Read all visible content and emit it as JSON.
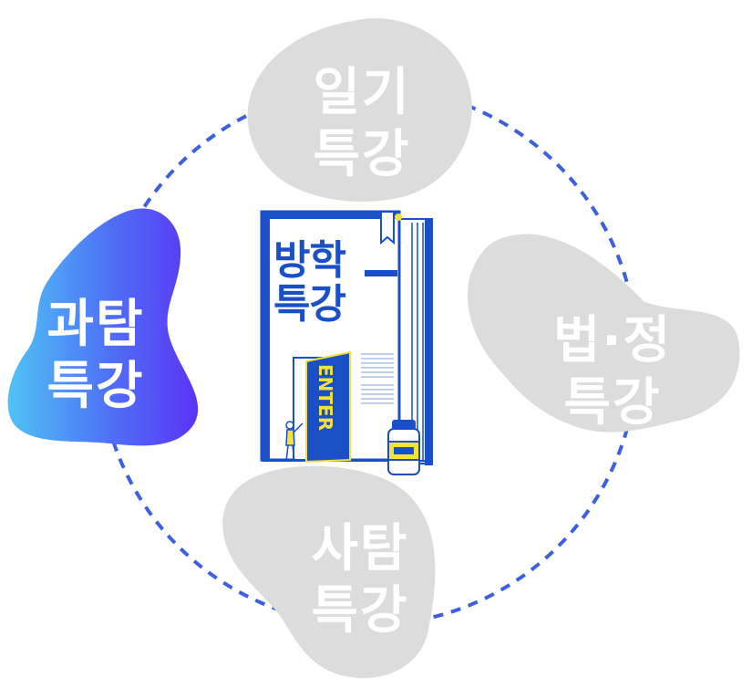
{
  "center": {
    "book_title_line1": "방학",
    "book_title_line2": "특강",
    "door_label": "ENTER"
  },
  "nodes": [
    {
      "id": "ilgi",
      "line1": "일기",
      "line2": "특강",
      "active": false
    },
    {
      "id": "beopjeong",
      "line1": "법·정",
      "line2": "특강",
      "active": false
    },
    {
      "id": "satam",
      "line1": "사탐",
      "line2": "특강",
      "active": false
    },
    {
      "id": "gwatam",
      "line1": "과탐",
      "line2": "특강",
      "active": true
    }
  ],
  "colors": {
    "ring": "#3e5fe0",
    "inactive_blob": "#dcdcdc",
    "active_gradient_start": "#4fc3f7",
    "active_gradient_end": "#5b34f5",
    "book_blue": "#1a4fc8",
    "accent_yellow": "#f2e23a",
    "label_text": "#ffffff"
  },
  "icons": [
    "book-illustration-icon",
    "open-door-icon",
    "person-pointing-icon",
    "jar-icon",
    "bookmark-ribbon-icon"
  ]
}
